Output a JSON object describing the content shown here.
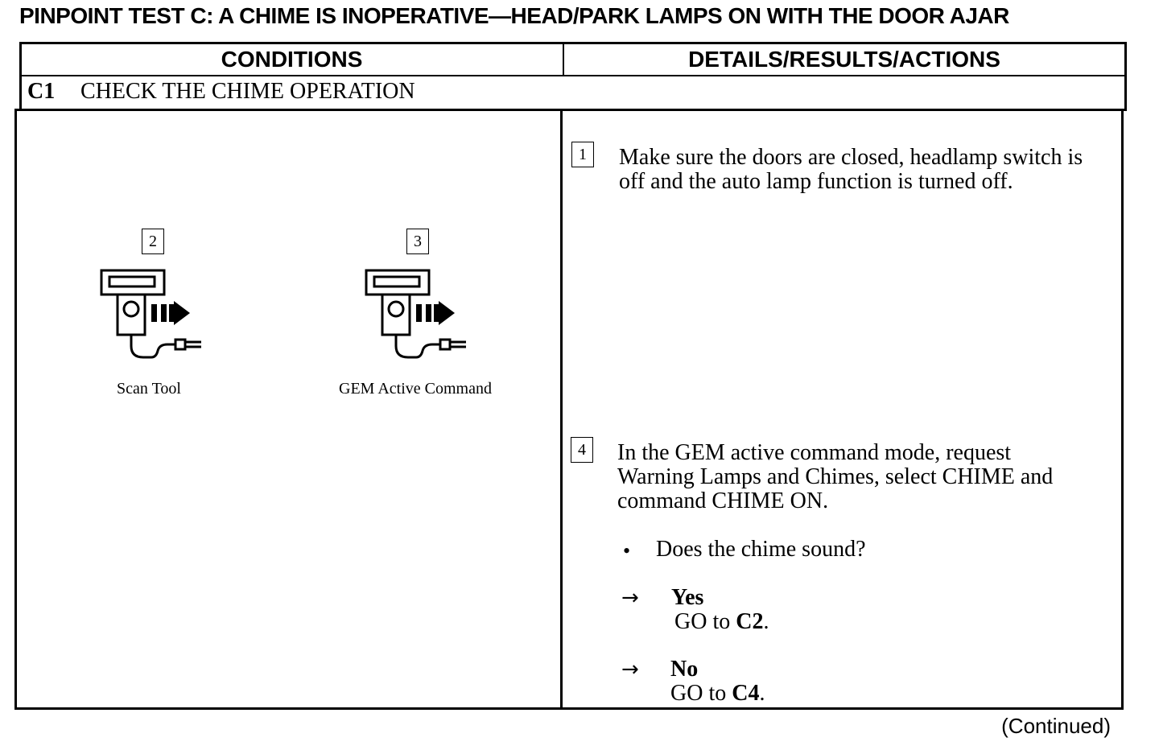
{
  "title": "PINPOINT TEST C:  A CHIME IS INOPERATIVE—HEAD/PARK LAMPS ON WITH THE DOOR AJAR",
  "table": {
    "headers": [
      "CONDITIONS",
      "DETAILS/RESULTS/ACTIONS"
    ],
    "step": {
      "code": "C1",
      "label": "CHECK THE CHIME OPERATION"
    }
  },
  "conditions": {
    "tools": [
      {
        "number": "2",
        "caption": "Scan Tool",
        "icon": "scan-tool-icon"
      },
      {
        "number": "3",
        "caption": "GEM Active Command",
        "icon": "scan-tool-icon"
      }
    ]
  },
  "actions": {
    "step1": {
      "number": "1",
      "lines": [
        "Make sure the doors are closed, headlamp switch is",
        "off and the auto lamp function is turned off."
      ]
    },
    "step4": {
      "number": "4",
      "lines": [
        "In the GEM active command mode, request",
        "Warning Lamps and Chimes, select CHIME and",
        "command CHIME ON."
      ],
      "bullet": "•",
      "question": "Does the chime sound?",
      "arrow": "→",
      "answers": [
        {
          "label": "Yes",
          "action_prefix": "GO to ",
          "action_target": "C2",
          "action_suffix": "."
        },
        {
          "label": "No",
          "action_prefix": "GO to ",
          "action_target": "C4",
          "action_suffix": "."
        }
      ]
    }
  },
  "footer": {
    "continued": "(Continued)"
  }
}
